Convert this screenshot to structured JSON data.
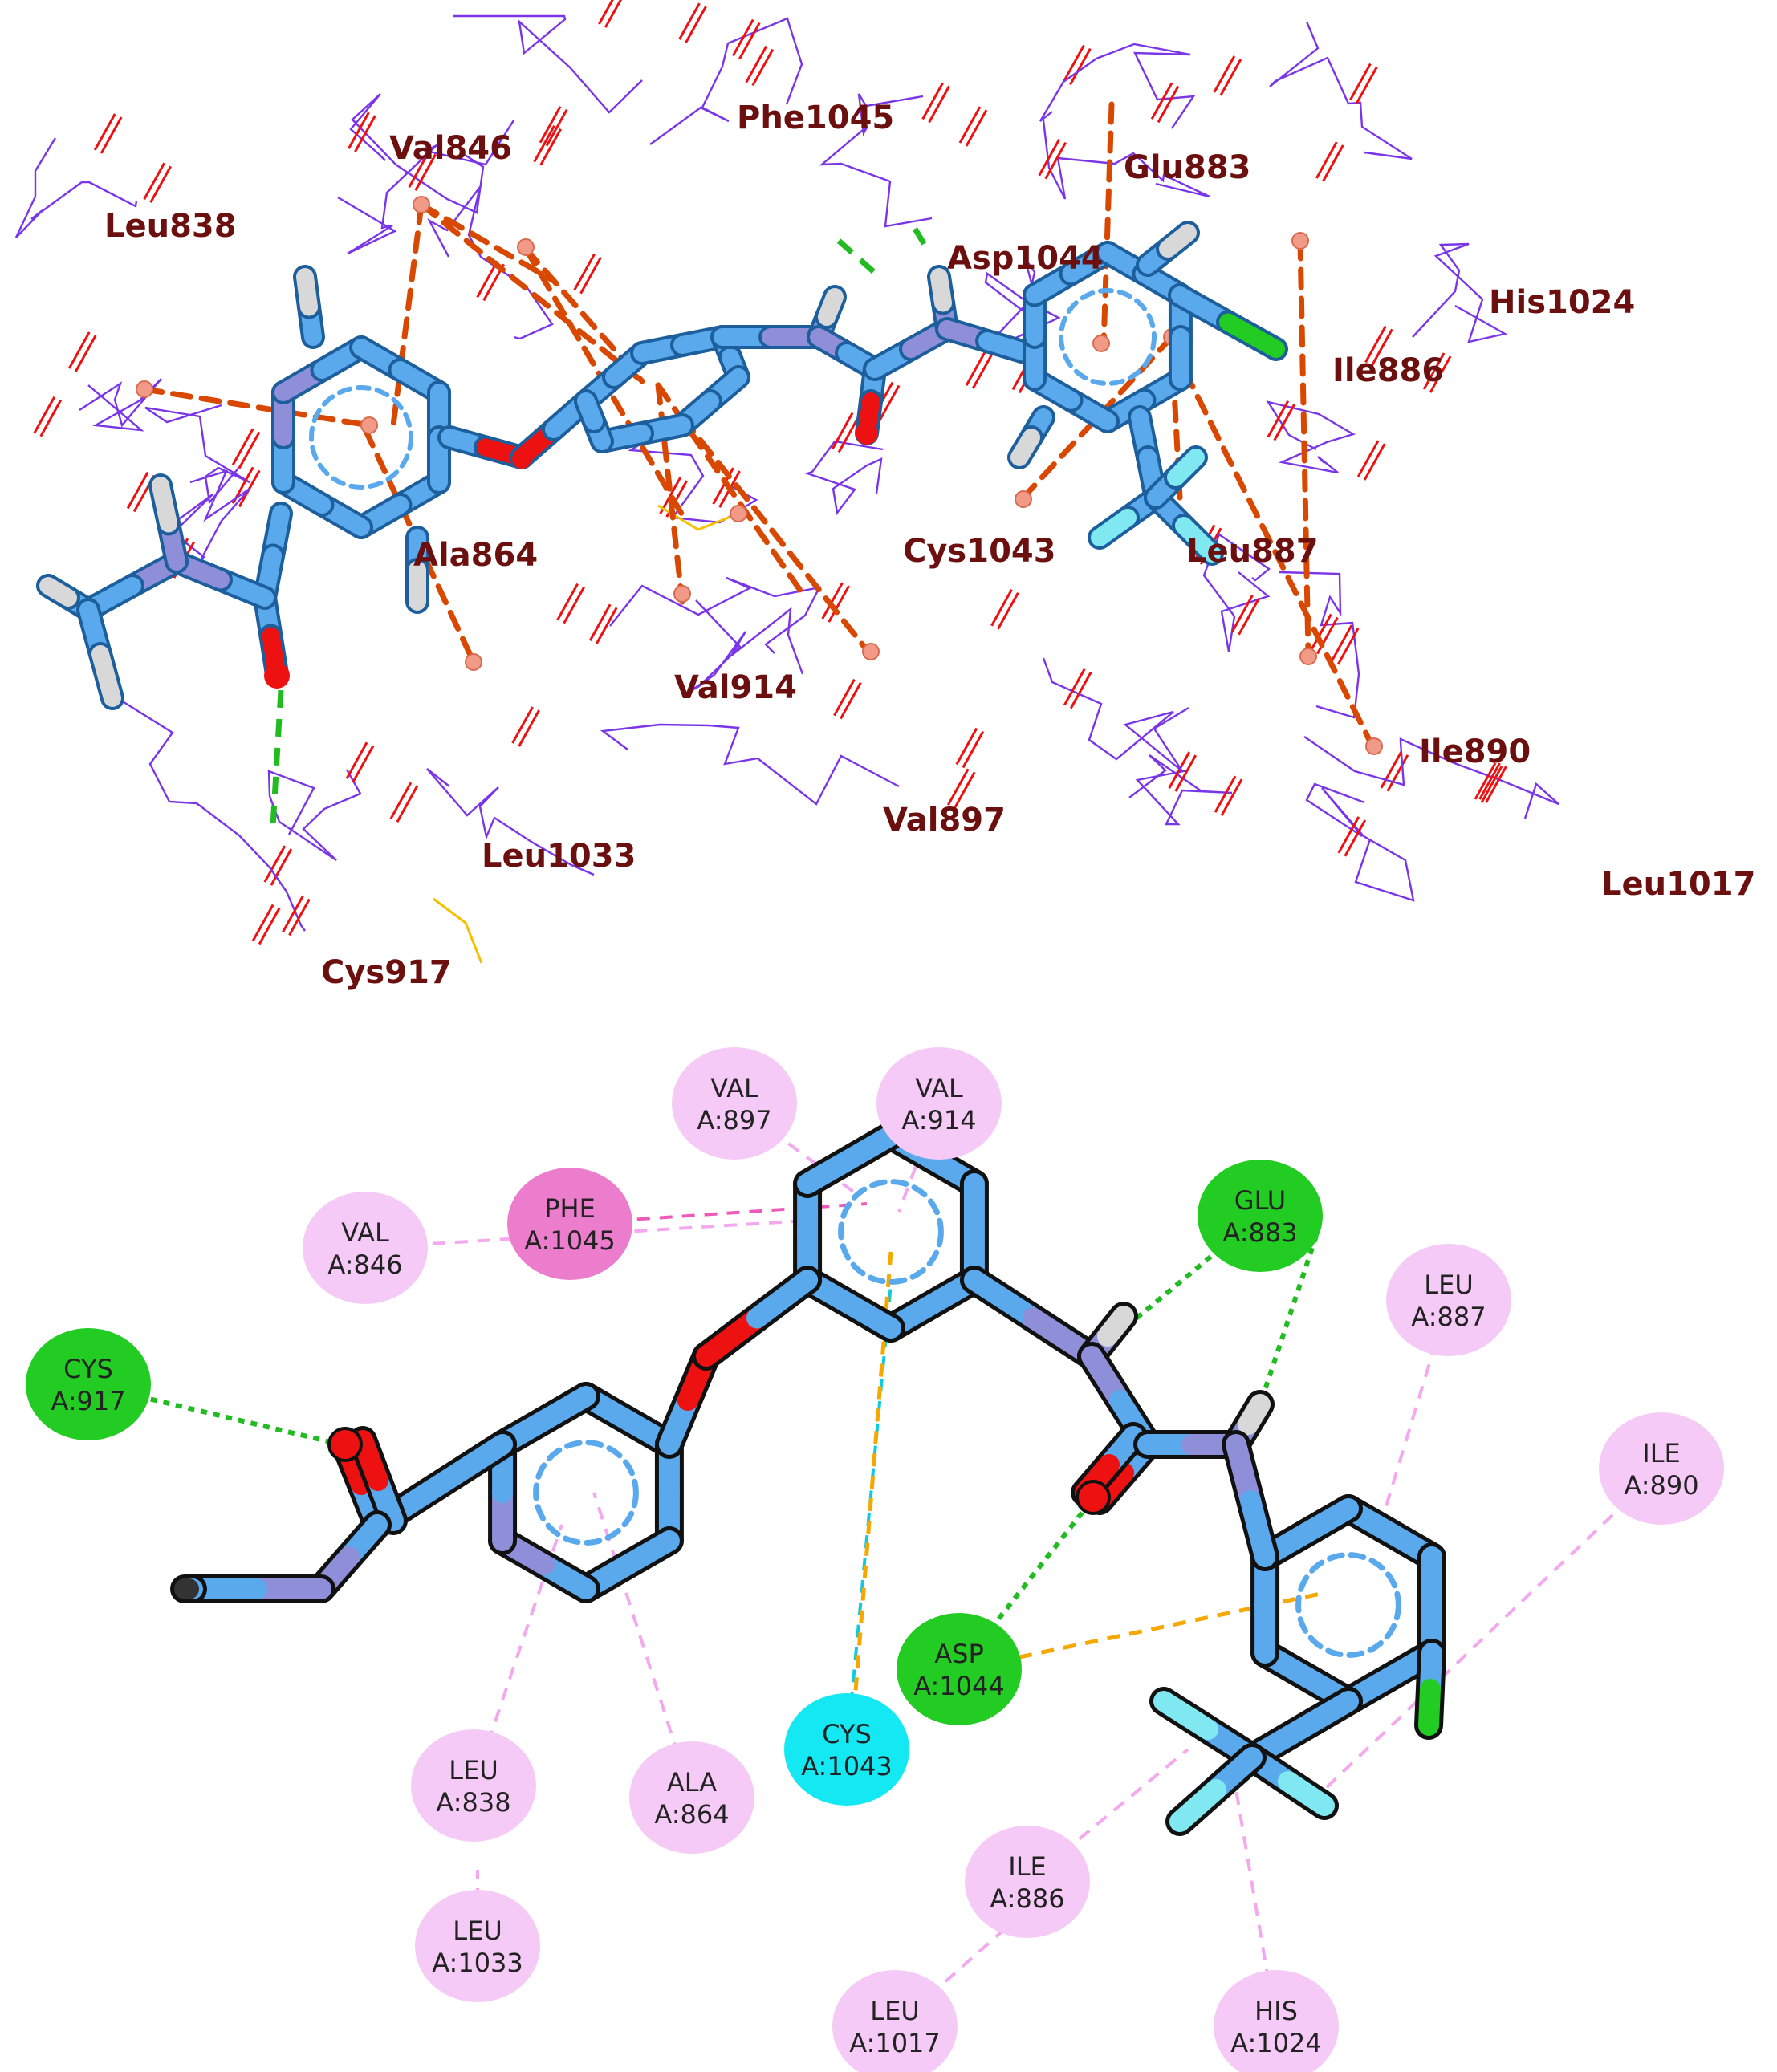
{
  "top_panel": {
    "labels": [
      {
        "text": "Val846"
      },
      {
        "text": "Phe1045"
      },
      {
        "text": "Glu883"
      },
      {
        "text": "Leu838"
      },
      {
        "text": "Asp1044"
      },
      {
        "text": "His1024"
      },
      {
        "text": "Ile886"
      },
      {
        "text": "Ala864"
      },
      {
        "text": "Cys1043"
      },
      {
        "text": "Leu887"
      },
      {
        "text": "Val914"
      },
      {
        "text": "Ile890"
      },
      {
        "text": "Val897"
      },
      {
        "text": "Leu1033"
      },
      {
        "text": "Leu1017"
      },
      {
        "text": "Cys917"
      }
    ]
  },
  "bottom_panel": {
    "residues": [
      {
        "name": "VAL",
        "id": "A:897",
        "kind": "alkyl"
      },
      {
        "name": "VAL",
        "id": "A:914",
        "kind": "alkyl"
      },
      {
        "name": "PHE",
        "id": "A:1045",
        "kind": "pi-pi"
      },
      {
        "name": "GLU",
        "id": "A:883",
        "kind": "hbond"
      },
      {
        "name": "VAL",
        "id": "A:846",
        "kind": "alkyl"
      },
      {
        "name": "LEU",
        "id": "A:887",
        "kind": "alkyl"
      },
      {
        "name": "CYS",
        "id": "A:917",
        "kind": "hbond"
      },
      {
        "name": "ILE",
        "id": "A:890",
        "kind": "alkyl"
      },
      {
        "name": "ASP",
        "id": "A:1044",
        "kind": "hbond"
      },
      {
        "name": "CYS",
        "id": "A:1043",
        "kind": "halogen"
      },
      {
        "name": "LEU",
        "id": "A:838",
        "kind": "alkyl"
      },
      {
        "name": "ALA",
        "id": "A:864",
        "kind": "alkyl"
      },
      {
        "name": "ILE",
        "id": "A:886",
        "kind": "alkyl"
      },
      {
        "name": "LEU",
        "id": "A:1033",
        "kind": "alkyl"
      },
      {
        "name": "LEU",
        "id": "A:1017",
        "kind": "alkyl"
      },
      {
        "name": "HIS",
        "id": "A:1024",
        "kind": "alkyl"
      }
    ]
  },
  "colors": {
    "bond": "#5aa9ec",
    "nitrogen": "#8f8fd9",
    "oxygen": "#ee1111",
    "chlorine": "#22cc22",
    "fluorine": "#7fe8f0",
    "hydrogen": "#d8d8d8",
    "protein_wire": "#7a35e8",
    "label": "#6b0f0f",
    "hbond_bubble": "#22cc22",
    "alkyl_bubble": "#f6caf6",
    "pi_bubble": "#ec7ccc",
    "halogen_bubble": "#14e8f2",
    "hbond_line": "#22bb22",
    "alkyl_line": "#f4a8ee",
    "pi_line": "#ee5aba",
    "sulfur_line": "#f5a800",
    "halogen_line": "#14c8e0",
    "hydrophobic_line": "#d94800"
  }
}
